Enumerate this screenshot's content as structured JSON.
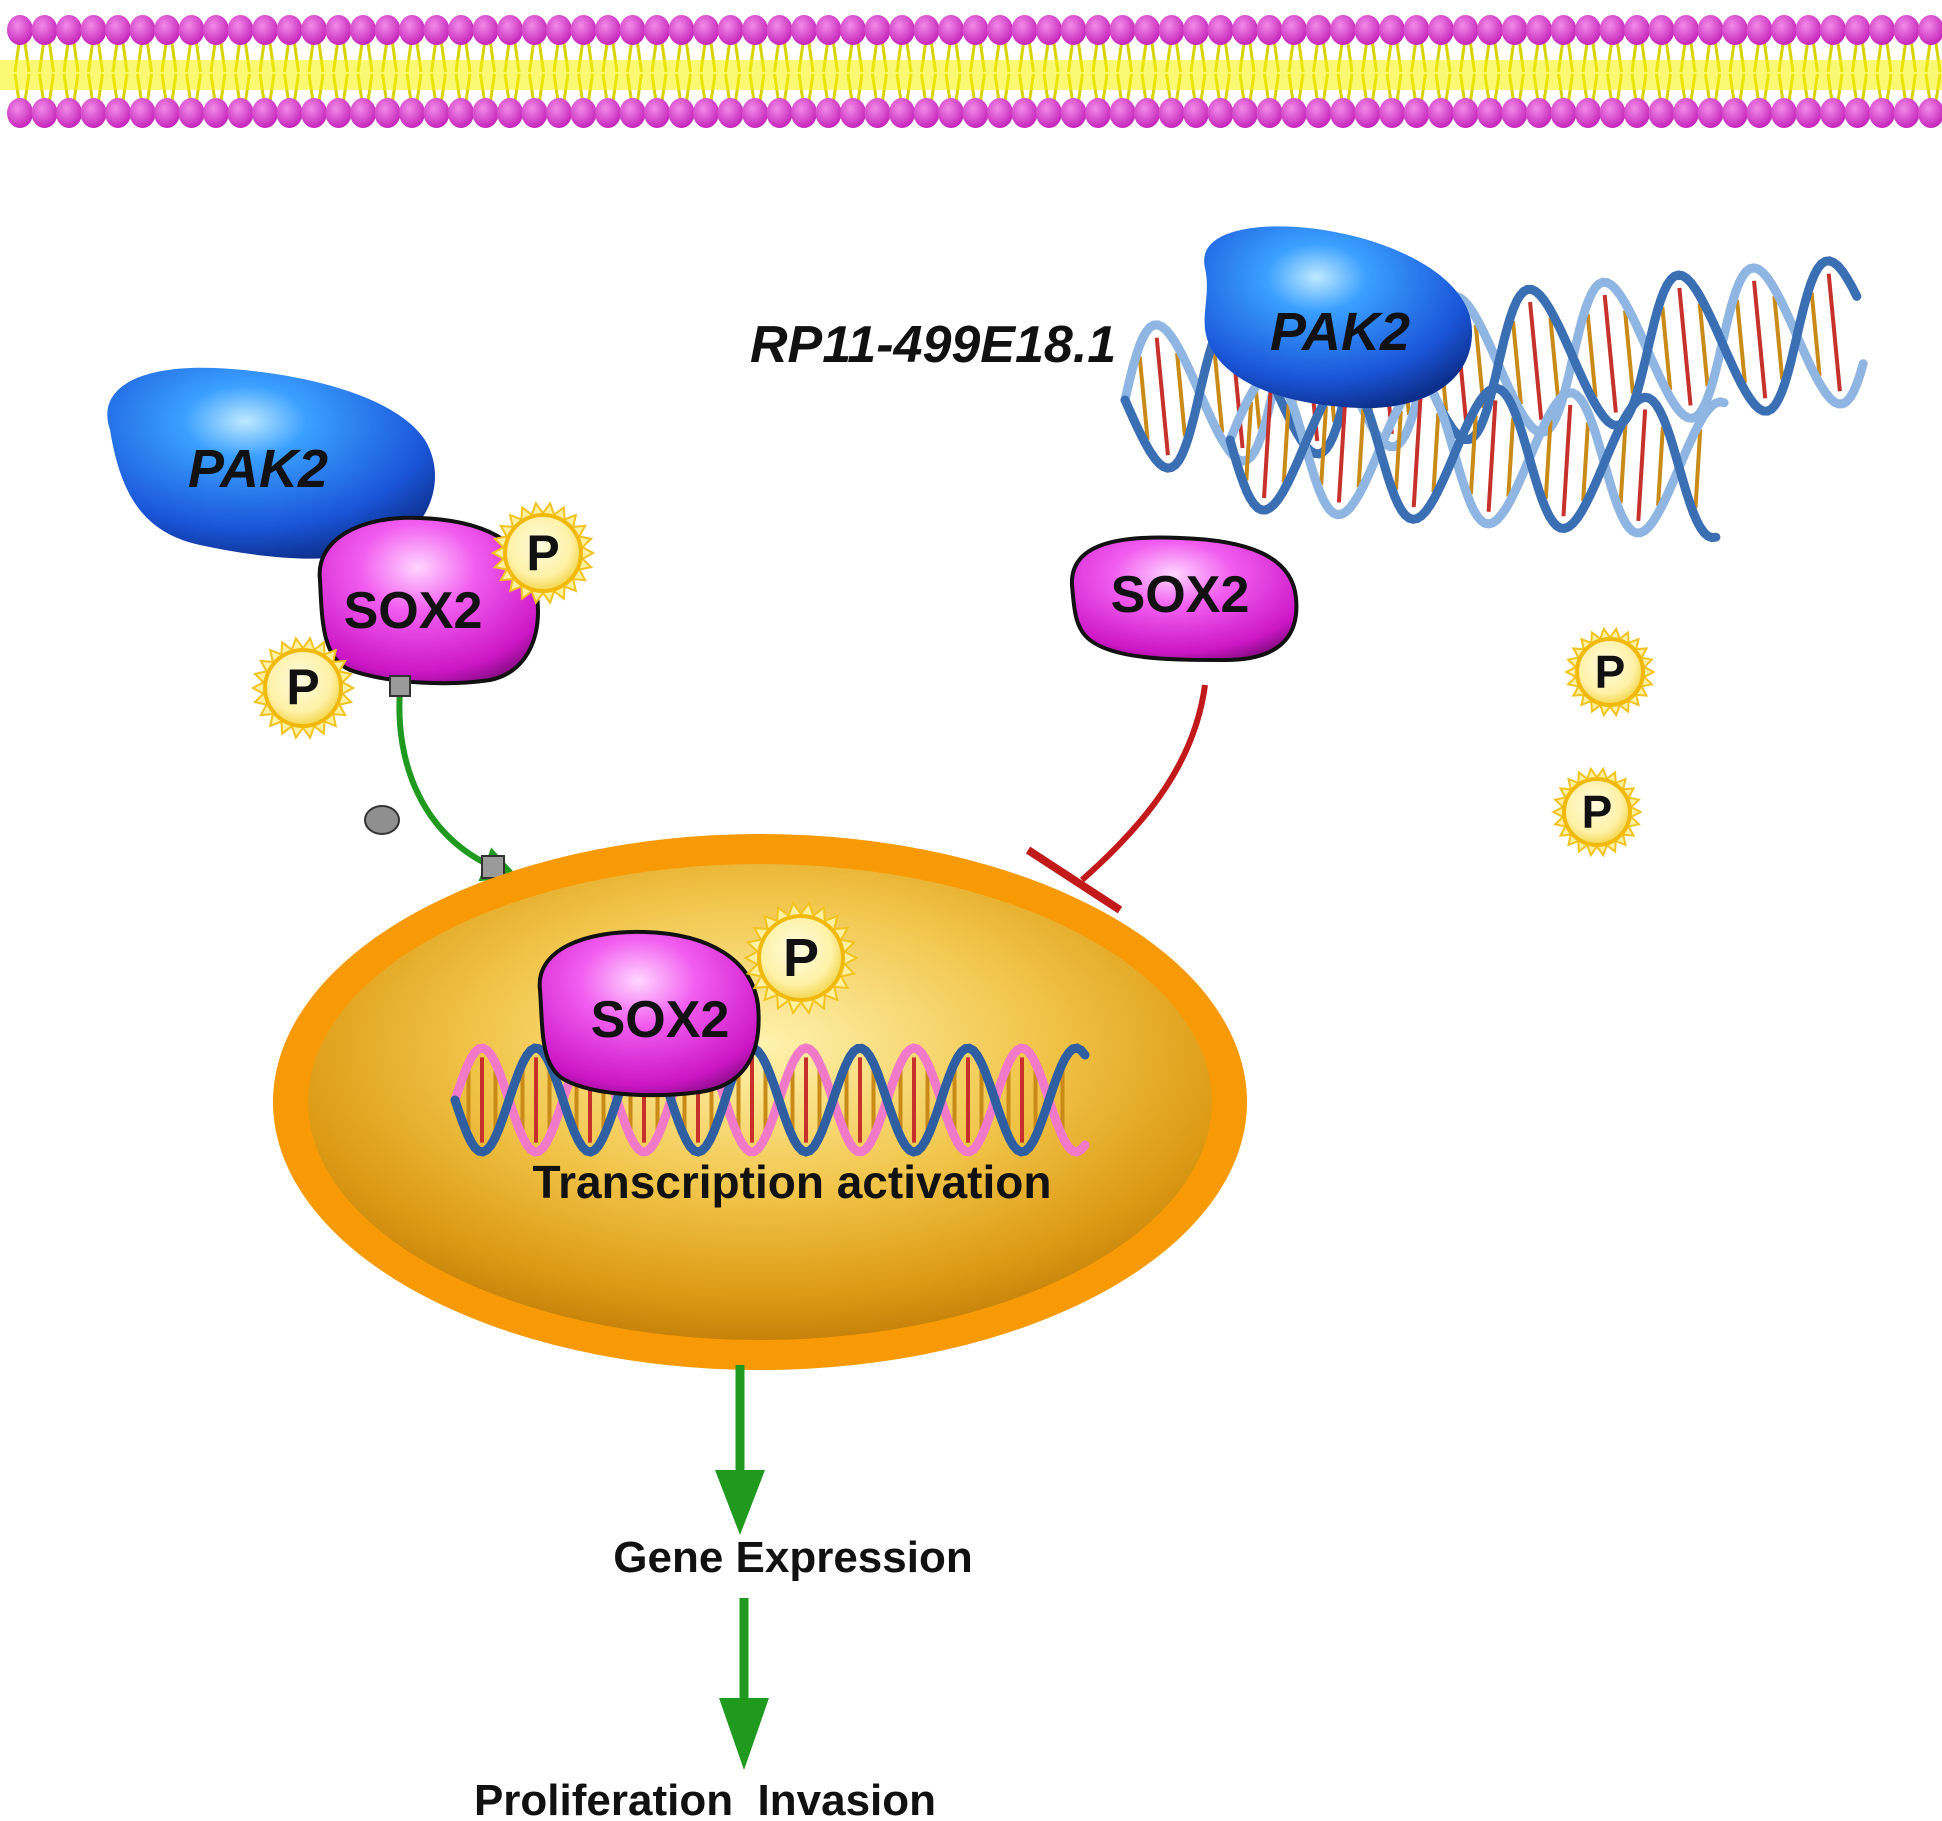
{
  "labels": {
    "lncrna": "RP11-499E18.1",
    "pak2": "PAK2",
    "sox2": "SOX2",
    "phospho": "P",
    "transcription": "Transcription activation",
    "gene_expression": "Gene Expression",
    "outcome": "Proliferation  Invasion"
  },
  "colors": {
    "membrane_head": "#d42fc8",
    "membrane_tail": "#f5f000",
    "pak2": "#1f6fe0",
    "sox2": "#e23ee0",
    "nucleus_outer": "#f79a06",
    "nucleus_inner": "#e9a80c",
    "activation_arrow": "#1f9a1f",
    "inhibition": "#c21a1a",
    "dna_blue": "#2f5fa0",
    "dna_rung_red": "#c7312b",
    "dna_rung_gold": "#c98a18",
    "dna_pink": "#f07ac8"
  }
}
